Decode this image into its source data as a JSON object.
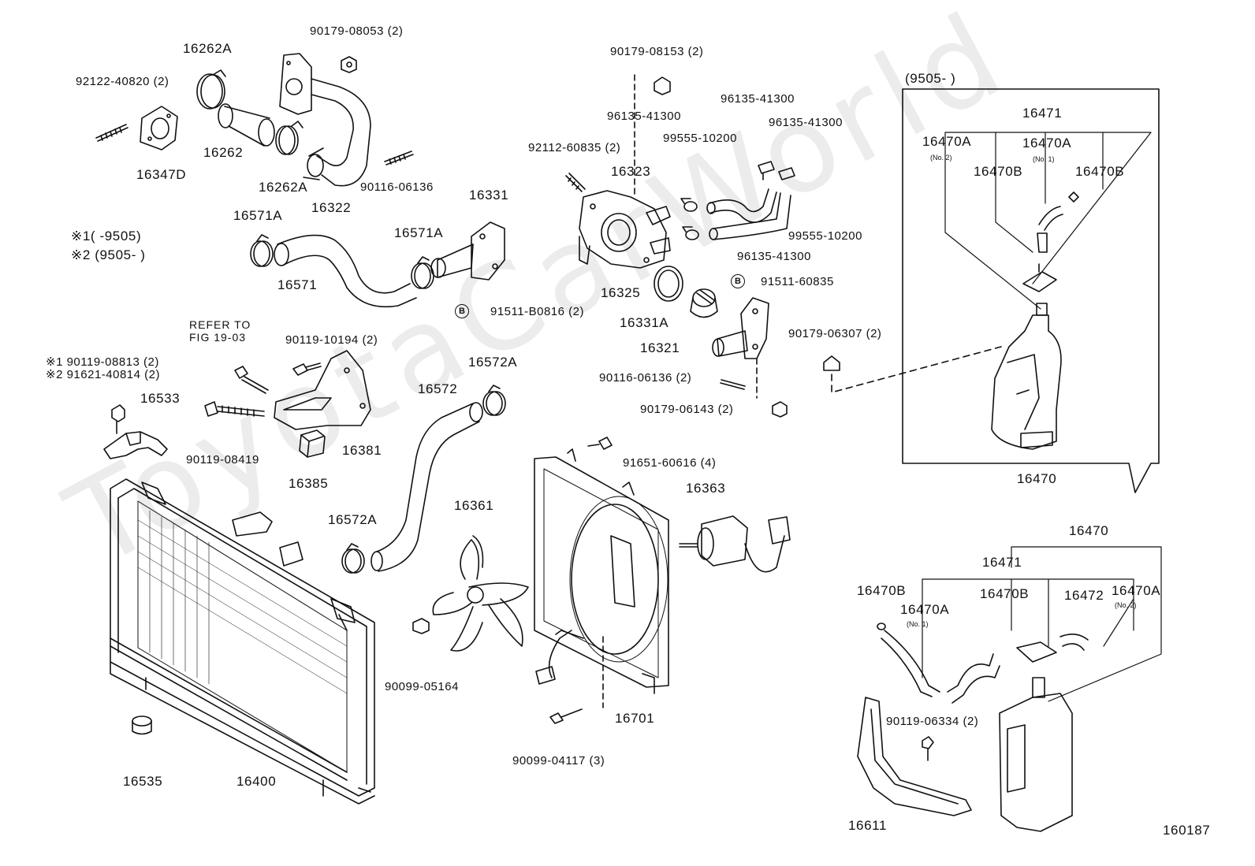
{
  "watermark": "ToyotaCarWorld",
  "diagram_number": "160187",
  "notes": {
    "note1": "※1(      -9505)",
    "note2": "※2 (9505-       )",
    "inset_range": "(9505-          )",
    "refer_to": "REFER TO",
    "refer_fig": "FIG 19-03",
    "bolt_note1": "※1 90119-08813 (2)",
    "bolt_note2": "※2 91621-40814 (2)",
    "bubble_b": "B"
  },
  "labels": {
    "p16262A_top": "16262A",
    "p90179_08053": "90179-08053 (2)",
    "p92122_40820": "92122-40820 (2)",
    "p16262": "16262",
    "p16347D": "16347D",
    "p16262A_bot": "16262A",
    "p16322": "16322",
    "p90116_06136_a": "90116-06136",
    "p16571A_a": "16571A",
    "p16571A_b": "16571A",
    "p16331": "16331",
    "p16571": "16571",
    "p91511_B0816": "91511-B0816 (2)",
    "p90179_08153": "90179-08153 (2)",
    "p96135_41300_a": "96135-41300",
    "p96135_41300_b": "96135-41300",
    "p96135_41300_c": "96135-41300",
    "p96135_41300_d": "96135-41300",
    "p99555_10200_a": "99555-10200",
    "p99555_10200_b": "99555-10200",
    "p92112_60835": "92112-60835 (2)",
    "p16323": "16323",
    "p16325": "16325",
    "p91511_60835": "91511-60835",
    "p16331A": "16331A",
    "p16321": "16321",
    "p90179_06307": "90179-06307 (2)",
    "p90116_06136_b": "90116-06136 (2)",
    "p90179_06143": "90179-06143 (2)",
    "p90119_10194": "90119-10194 (2)",
    "p16533": "16533",
    "p90119_08419": "90119-08419",
    "p16381": "16381",
    "p16385": "16385",
    "p16572": "16572",
    "p16572A_a": "16572A",
    "p16572A_b": "16572A",
    "p91651_60616": "91651-60616 (4)",
    "p16363": "16363",
    "p16361": "16361",
    "p90099_05164": "90099-05164",
    "p16701": "16701",
    "p90099_04117": "90099-04117 (3)",
    "p16535": "16535",
    "p16400": "16400",
    "inset_16471": "16471",
    "inset_16470A_no2": "16470A",
    "inset_no2": "(No. 2)",
    "inset_16470A_no1": "16470A",
    "inset_no1": "(No. 1)",
    "inset_16470B_a": "16470B",
    "inset_16470B_b": "16470B",
    "inset_16470": "16470",
    "br_16470": "16470",
    "br_16471": "16471",
    "br_16470B_a": "16470B",
    "br_16470A_no1": "16470A",
    "br_no1": "(No. 1)",
    "br_16470B_b": "16470B",
    "br_16472": "16472",
    "br_16470A_no2": "16470A",
    "br_no2": "(No. 2)",
    "p90119_06334": "90119-06334 (2)",
    "p16611": "16611"
  }
}
